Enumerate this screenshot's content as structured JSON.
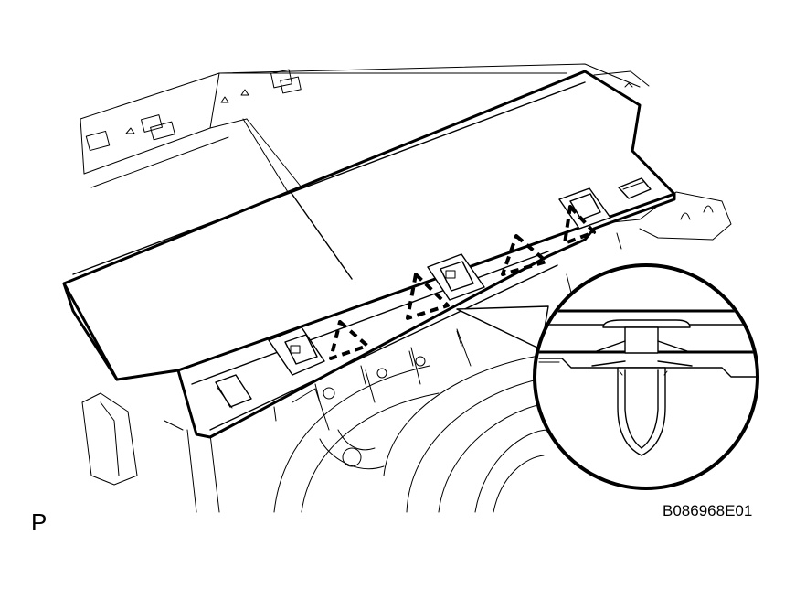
{
  "figure": {
    "view_code": "P",
    "figure_id": "B086968E01"
  },
  "callout": {
    "description_icon": "clip-detail-icon"
  },
  "markers": {
    "count": 4,
    "icon": "dashed-triangle-icon"
  }
}
